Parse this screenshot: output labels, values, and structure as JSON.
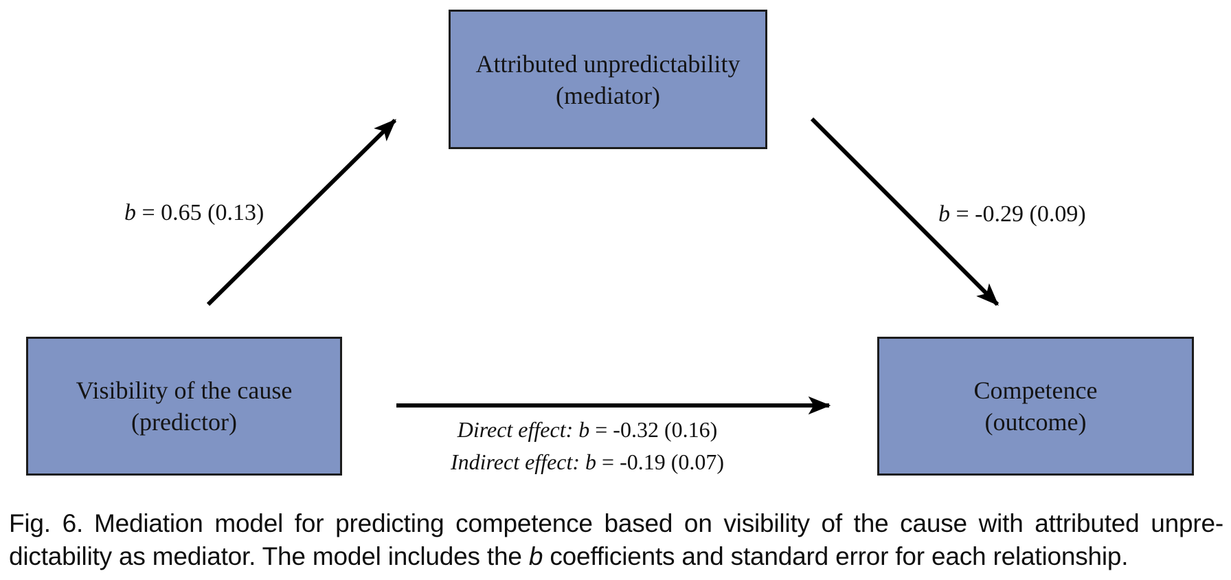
{
  "figure": {
    "nodes": {
      "mediator": {
        "title": "Attributed unpredictability",
        "subtitle": "(mediator)"
      },
      "predictor": {
        "title": "Visibility of the cause",
        "subtitle": "(predictor)"
      },
      "outcome": {
        "title": "Competence",
        "subtitle": "(outcome)"
      }
    },
    "paths": {
      "a_path": {
        "symbol": "b",
        "value": " = 0.65 (0.13)"
      },
      "b_path": {
        "symbol": "b",
        "value": " = -0.29 (0.09)"
      },
      "direct": {
        "label": "Direct effect: ",
        "symbol": "b",
        "value": " = -0.32 (0.16)"
      },
      "indirect": {
        "label": "Indirect effect: ",
        "symbol": "b",
        "value": " = -0.19 (0.07)"
      }
    },
    "colors": {
      "node_fill": "#8094C4",
      "node_border": "#1C1C1C",
      "arrow": "#000000",
      "background": "#FFFFFF"
    }
  },
  "caption": {
    "tag": "Fig. 6.",
    "line1_rest": "Mediation model for predicting competence based on visibility of the cause with attributed unpre-",
    "line2_before_b": "dictability as mediator. The model includes the ",
    "line2_b": "b",
    "line2_after_b": " coefficients and standard error for each relationship."
  }
}
